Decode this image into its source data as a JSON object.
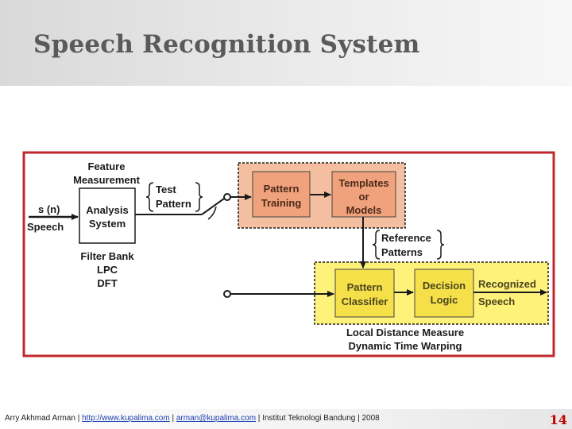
{
  "slide": {
    "title": "Speech Recognition System",
    "page_number": "14"
  },
  "footer": {
    "author": "Arry Akhmad Arman",
    "url": "http://www.kupalima.com",
    "email": "arman@kupalima.com",
    "institution": "Institut Teknologi Bandung",
    "year": "2008"
  },
  "diagram": {
    "input_signal": "s (n)",
    "input_label": "Speech",
    "feature_label_1": "Feature",
    "feature_label_2": "Measurement",
    "analysis_1": "Analysis",
    "analysis_2": "System",
    "test_1": "Test",
    "test_2": "Pattern",
    "methods": [
      "Filter Bank",
      "LPC",
      "DFT"
    ],
    "training_1": "Pattern",
    "training_2": "Training",
    "templates": [
      "Templates",
      "or",
      "Models"
    ],
    "reference_1": "Reference",
    "reference_2": "Patterns",
    "classifier_1": "Pattern",
    "classifier_2": "Classifier",
    "decision_1": "Decision",
    "decision_2": "Logic",
    "output_1": "Recognized",
    "output_2": "Speech",
    "distance_1": "Local Distance Measure",
    "distance_2": "Dynamic Time Warping"
  },
  "colors": {
    "frame_border": "#c0282d",
    "training_region": "#f4bfa0",
    "training_box": "#f0a27c",
    "classify_region": "#fff27a",
    "classify_box": "#f5e04a"
  }
}
